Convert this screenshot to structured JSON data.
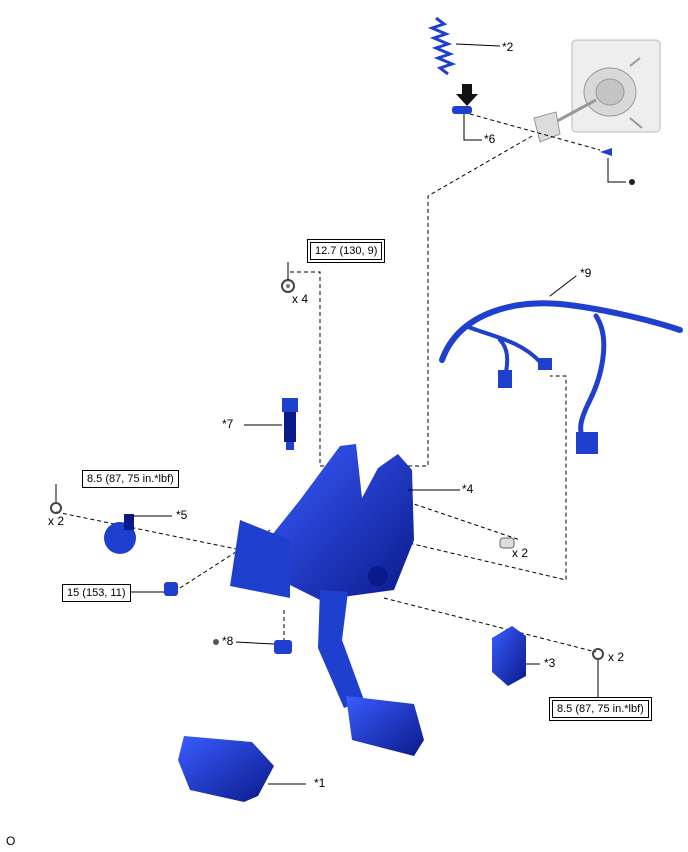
{
  "callouts": {
    "c1": "*1",
    "c2": "*2",
    "c3": "*3",
    "c4": "*4",
    "c5": "*5",
    "c6": "*6",
    "c7": "*7",
    "c8": "*8",
    "c9": "*9"
  },
  "torques": {
    "t_nut_top": "12.7 (130, 9)",
    "t_left_top": "8.5 (87, 75 in.*lbf)",
    "t_left_bolt": "15 (153, 11)",
    "t_right": "8.5 (87, 75 in.*lbf)"
  },
  "quantities": {
    "q_nut_top": "x 4",
    "q_left": "x 2",
    "q_mid": "x 2",
    "q_right": "x 2"
  },
  "footer_code": "O",
  "colors": {
    "part_blue": "#1f3fcf",
    "part_dark": "#0a1a8a",
    "line": "#000000",
    "grey": "#d0d0d0"
  }
}
